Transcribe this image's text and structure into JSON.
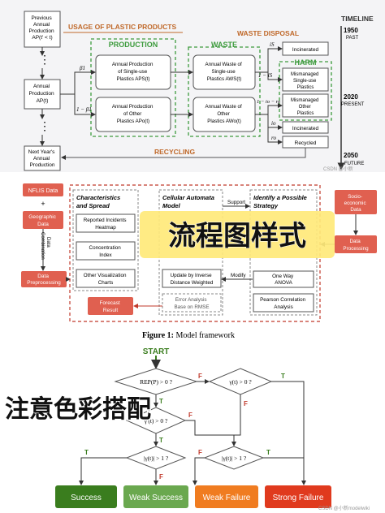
{
  "panel1": {
    "nodes": {
      "prev": [
        "Previous",
        "Annual",
        "Production",
        "AP(t' < t)"
      ],
      "current": [
        "Annual",
        "Production",
        "AP(t)"
      ],
      "next": [
        "Next Year's",
        "Annual",
        "Production"
      ],
      "prod_single": [
        "Annual Production",
        "of Single-use",
        "Plastics APS(t)"
      ],
      "prod_other": [
        "Annual Production",
        "of Other",
        "Plastics APo(t)"
      ],
      "waste_single": [
        "Annual Waste of",
        "Single-use",
        "Plastics AWS(t)"
      ],
      "waste_other": [
        "Annual Waste of",
        "Other",
        "Plastics AWo(t)"
      ],
      "incinerated_top": "Incinerated",
      "mis_single": [
        "Mismanaged",
        "Single-use",
        "Plastics"
      ],
      "mis_other": [
        "Mismanaged",
        "Other",
        "Plastics"
      ],
      "incinerated_bottom": "Incinerated",
      "recycled": "Recycled"
    },
    "labels": {
      "usage": "USAGE OF PLASTIC PRODUCTS",
      "waste_disposal": "WASTE DISPOSAL",
      "production": "PRODUCTION",
      "waste": "WASTE",
      "harm": "HARM",
      "recycling": "RECYCLING"
    },
    "edges": {
      "beta1": "β1",
      "one_minus_beta1": "1 − β1",
      "is": "iS",
      "one_minus_is": "1 − iS",
      "one_minus_io_ro": "1 − io − ro",
      "io": "io",
      "ro": "ro"
    },
    "timeline": {
      "title": "TIMELINE",
      "ticks": [
        {
          "year": "1950",
          "label": "PAST"
        },
        {
          "year": "2020",
          "label": "PRESENT"
        },
        {
          "year": "2050",
          "label": "FUTURE"
        }
      ]
    },
    "dots": "⋮",
    "watermark": "CSDN @小新"
  },
  "panel2": {
    "nodes": {
      "nflis": "NFLIS Data",
      "plus": "+",
      "geo": [
        "Geographic",
        "Data"
      ],
      "combination": [
        "Data",
        "Combination"
      ],
      "preprocess_left": [
        "Data",
        "Preprocessing"
      ],
      "socio": [
        "Socio-",
        "economic",
        "Data"
      ],
      "preprocess_right": [
        "Data",
        "Processing"
      ],
      "characteristics": [
        "Characteristics",
        "and Spread"
      ],
      "reported": [
        "Reported Incidents",
        "Heatmap"
      ],
      "concentration": [
        "Concentration",
        "Index"
      ],
      "other_viz": [
        "Other Visualization",
        "Charts"
      ],
      "ca_model": [
        "Cellular Automata",
        "Model"
      ],
      "support": "Support",
      "identify": [
        "Identify a Possible",
        "Strategy"
      ],
      "update": [
        "Update by Inverse",
        "Distance Weighted"
      ],
      "error": [
        "Error Analysis",
        "Base on RMSE"
      ],
      "modify": "Modify",
      "anova": [
        "One Way",
        "ANOVA"
      ],
      "pearson": [
        "Pearson Correlation",
        "Analysis"
      ],
      "forecast": [
        "Forecast",
        "Result"
      ]
    },
    "caption": {
      "label": "Figure 1:",
      "text": " Model framework"
    },
    "overlay": "流程图样式"
  },
  "panel3": {
    "start": "START",
    "cond1": "REP(P) > 0 ?",
    "cond2": "γ(t) > 0 ?",
    "cond3": "γ'(t) > 0 ?",
    "cond4": "|γ(t)| > 1 ?",
    "cond5": "|γ(t)| > 1 ?",
    "T": "T",
    "F": "F",
    "outcomes": [
      "Success",
      "Weak Success",
      "Weak Failure",
      "Strong Failure"
    ],
    "overlay": "注意色彩搭配",
    "watermark": "CSDN @小新modelwiki"
  },
  "colors": {
    "green_dashed": "#3d9b3d",
    "orange_title": "#c0692a",
    "red_dashed": "#c0392b",
    "red_box": "#e06050",
    "success": "#3a7d1e",
    "weak_success": "#6aa84f",
    "weak_failure": "#f07c20",
    "strong_failure": "#e03a1e"
  }
}
